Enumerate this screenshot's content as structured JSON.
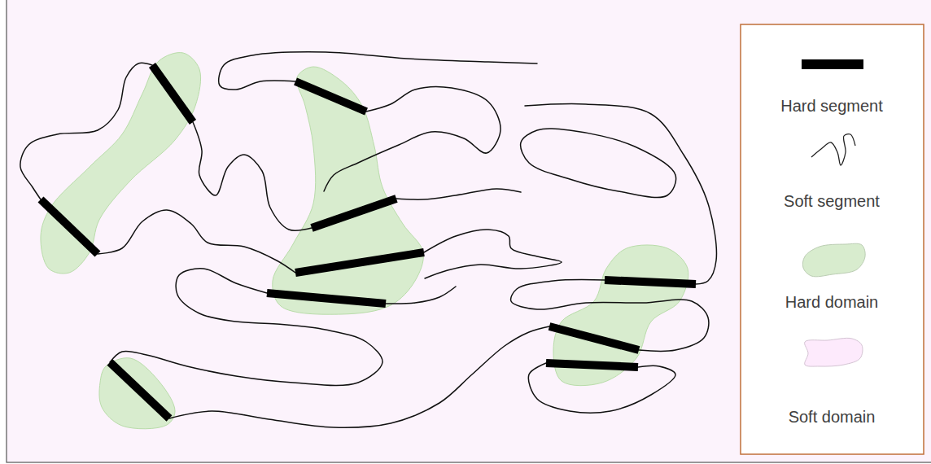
{
  "diagram": {
    "legend": [
      {
        "text": "Hard segment"
      },
      {
        "text": "Soft segment"
      },
      {
        "text": "Hard domain",
        "color": "#d8ecce"
      },
      {
        "text": "Soft domain",
        "color": "#fdeafc"
      }
    ]
  }
}
